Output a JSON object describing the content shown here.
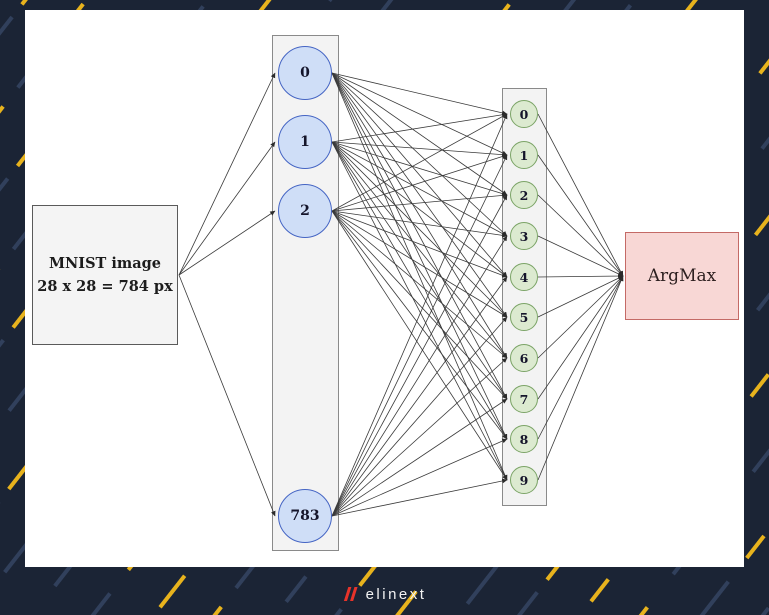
{
  "diagram": {
    "input_box": {
      "line1": "MNIST image",
      "line2": "28 x 28 = 784 px"
    },
    "layer1": {
      "nodes": [
        "0",
        "1",
        "2",
        "783"
      ]
    },
    "layer2": {
      "nodes": [
        "0",
        "1",
        "2",
        "3",
        "4",
        "5",
        "6",
        "7",
        "8",
        "9"
      ]
    },
    "argmax": {
      "label": "ArgMax"
    }
  },
  "footer": {
    "brand": "elinext"
  },
  "colors": {
    "background": "#1b2435",
    "accent_dash_yellow": "#e8b31d",
    "accent_dash_dark": "#31405c",
    "node_blue_fill": "#cfdef7",
    "node_blue_border": "#4565c4",
    "node_green_fill": "#dcead0",
    "node_green_border": "#7ba466",
    "argmax_fill": "#f8d7d5",
    "argmax_border": "#c46a66",
    "edge": "#3a3a3a",
    "logo_red": "#e8332a"
  }
}
